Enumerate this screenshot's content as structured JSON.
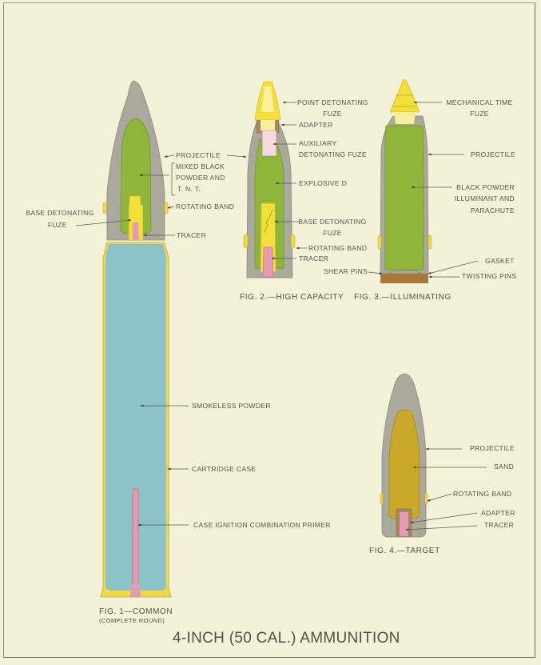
{
  "title": "4-INCH (50 CAL.) AMMUNITION",
  "colors": {
    "background": "#f3f2d8",
    "projectile_steel": "#a9aa9c",
    "bursting_charge": "#8fb63a",
    "fuze": "#f2df3a",
    "tracer": "#e79bb0",
    "smokeless_powder": "#8cc3c6",
    "cartridge_case": "#f0d84a",
    "sand": "#c9a82a",
    "base_plate": "#a8783a"
  },
  "figures": [
    {
      "id": "fig1",
      "caption": "FIG. 1—COMMON",
      "subcaption": "(COMPLETE ROUND)",
      "labels": {
        "projectile": "PROJECTILE",
        "filler_line1": "MIXED BLACK",
        "filler_line2": "POWDER AND",
        "filler_line3": "T. N. T.",
        "rotating_band": "ROTATING BAND",
        "base_fuze_line1": "BASE DETONATING",
        "base_fuze_line2": "FUZE",
        "tracer": "TRACER",
        "smokeless_powder": "SMOKELESS POWDER",
        "cartridge_case": "CARTRIDGE CASE",
        "primer": "CASE IGNITION COMBINATION PRIMER"
      }
    },
    {
      "id": "fig2",
      "caption": "FIG. 2.—HIGH CAPACITY",
      "labels": {
        "point_fuze_line1": "POINT DETONATING",
        "point_fuze_line2": "FUZE",
        "adapter": "ADAPTER",
        "aux_fuze_line1": "AUXILIARY",
        "aux_fuze_line2": "DETONATING FUZE",
        "explosive": "EXPLOSIVE  D",
        "base_fuze_line1": "BASE DETONATING",
        "base_fuze_line2": "FUZE",
        "rotating_band": "ROTATING BAND",
        "tracer": "TRACER"
      }
    },
    {
      "id": "fig3",
      "caption": "FIG. 3.—ILLUMINATING",
      "labels": {
        "time_fuze_line1": "MECHANICAL TIME",
        "time_fuze_line2": "FUZE",
        "projectile": "PROJECTILE",
        "filler_line1": "BLACK POWDER",
        "filler_line2": "ILLUMINANT AND",
        "filler_line3": "PARACHUTE",
        "shear_pins": "SHEAR PINS",
        "gasket": "GASKET",
        "twisting_pins": "TWISTING PINS"
      }
    },
    {
      "id": "fig4",
      "caption": "FIG. 4.—TARGET",
      "labels": {
        "projectile": "PROJECTILE",
        "sand": "SAND",
        "rotating_band": "ROTATING BAND",
        "adapter": "ADAPTER",
        "tracer": "TRACER"
      }
    }
  ]
}
